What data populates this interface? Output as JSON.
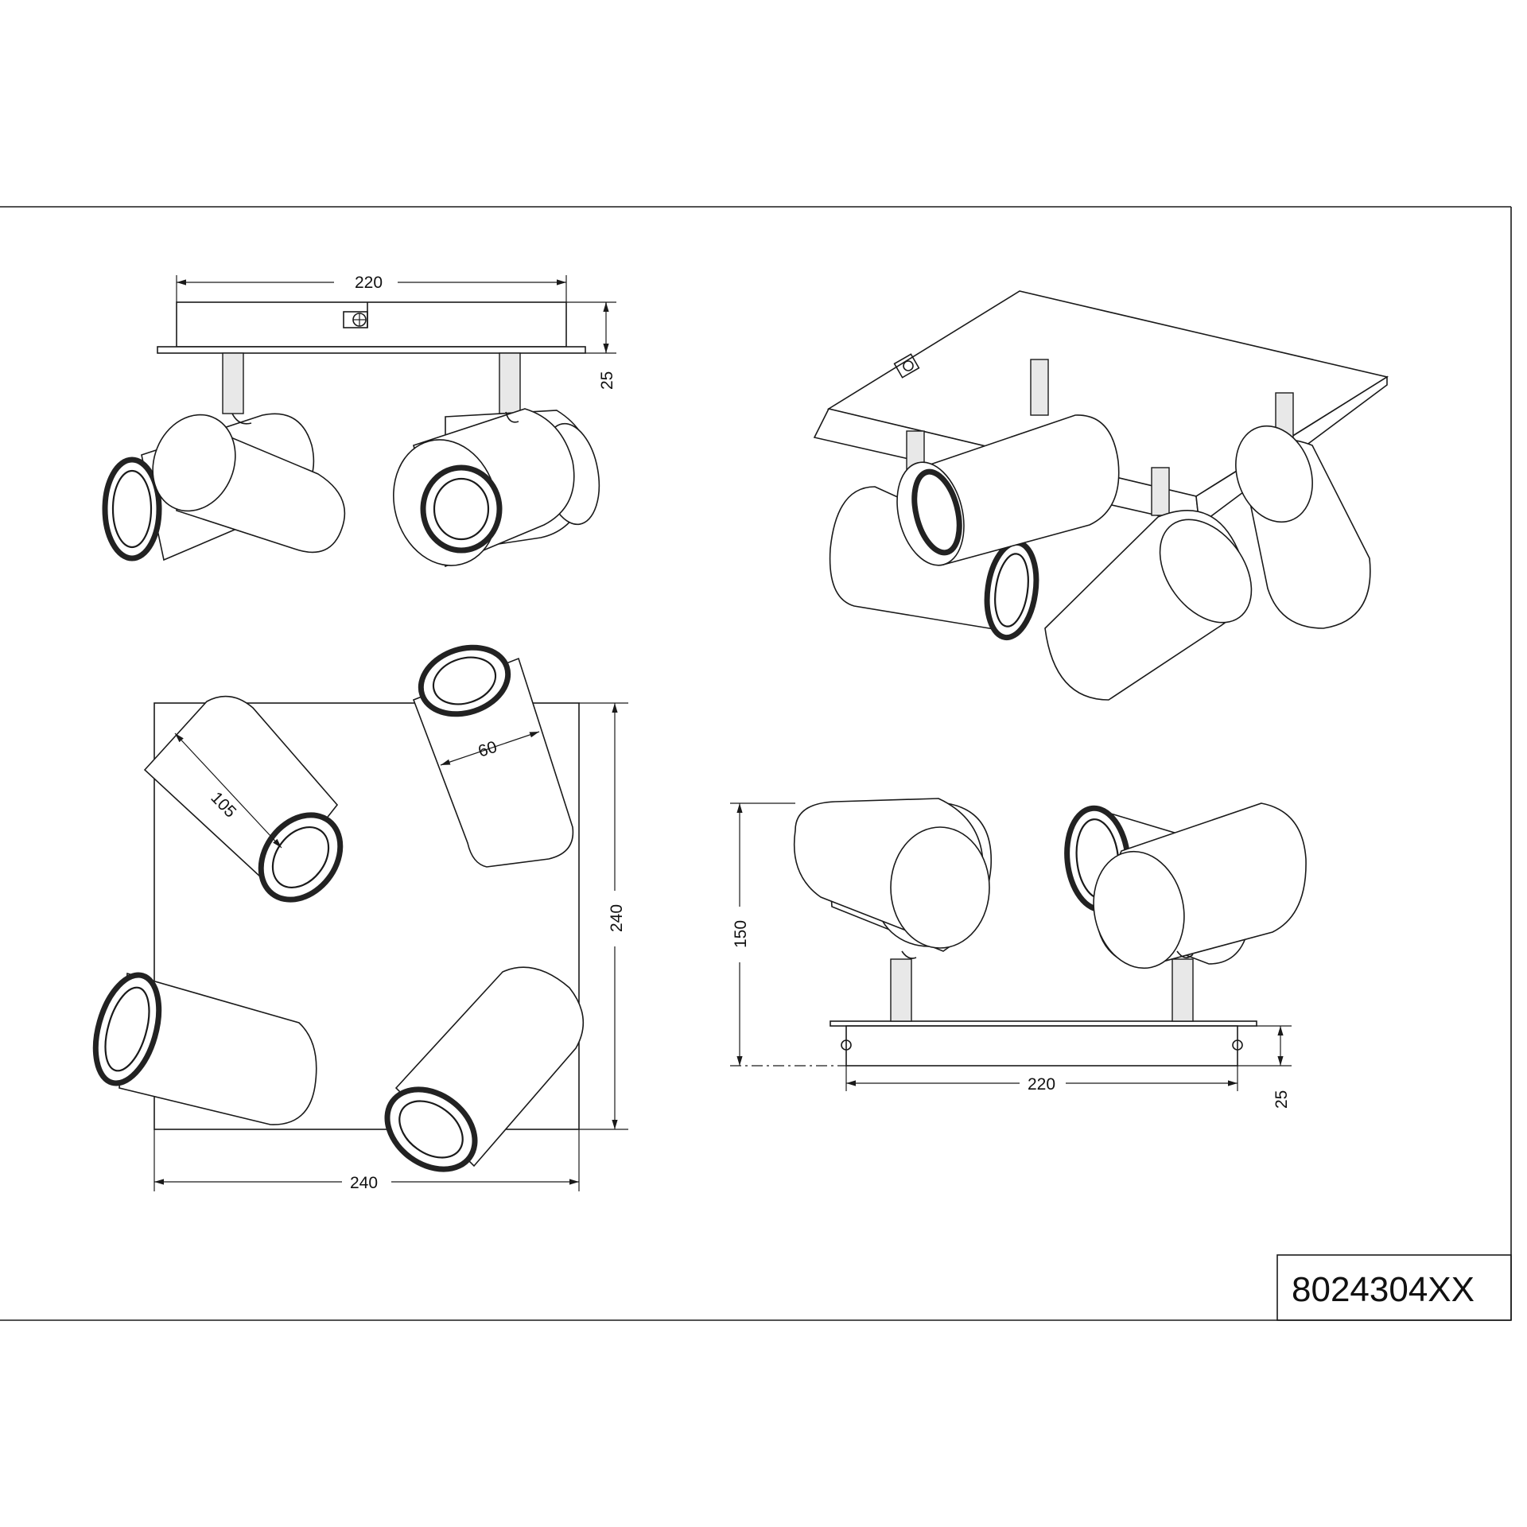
{
  "drawing": {
    "article_number": "8024304XX",
    "colors": {
      "line": "#1a1a1a",
      "paper": "#ffffff"
    },
    "views": {
      "side_view_top": {
        "width_label": "220",
        "height_label": "25"
      },
      "perspective_view": {},
      "top_view": {
        "width_label": "240",
        "height_label": "240",
        "length_label": "105",
        "diameter_label": "60"
      },
      "front_view": {
        "width_label": "220",
        "total_height_label": "150",
        "base_height_label": "25"
      }
    }
  }
}
